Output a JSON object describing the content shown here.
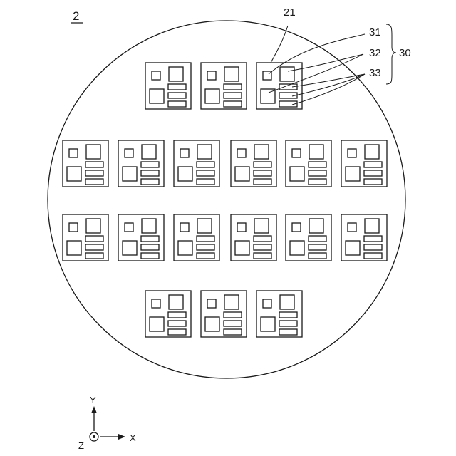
{
  "figure": {
    "label": "2"
  },
  "callouts": {
    "chip_ref": "21",
    "first_pad_ref": "31",
    "second_pad_ref": "32",
    "bar_ref": "33",
    "group_ref": "30"
  },
  "axes": {
    "y": "Y",
    "x": "X",
    "z": "Z"
  }
}
